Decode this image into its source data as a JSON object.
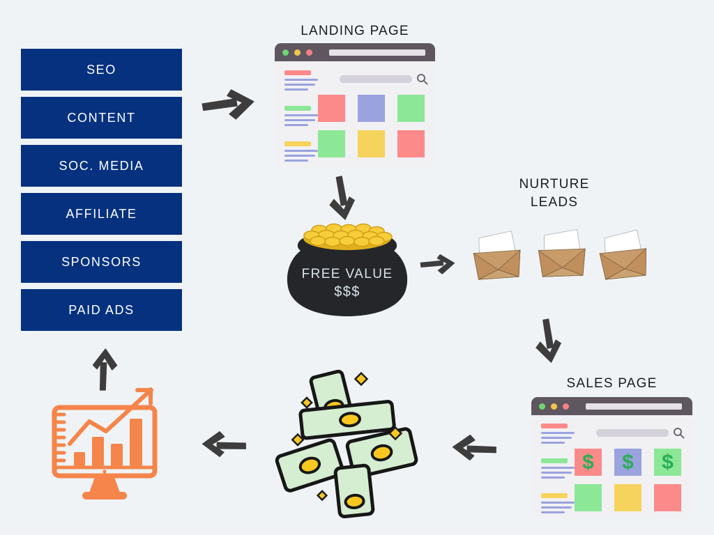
{
  "channels": [
    {
      "label": "SEO"
    },
    {
      "label": "CONTENT"
    },
    {
      "label": "SOC. MEDIA"
    },
    {
      "label": "AFFILIATE"
    },
    {
      "label": "SPONSORS"
    },
    {
      "label": "PAID ADS"
    }
  ],
  "landing_page": {
    "title": "LANDING PAGE"
  },
  "free_value_pot": {
    "line1": "FREE VALUE",
    "line2": "$$$"
  },
  "nurture_leads": {
    "line1": "NURTURE",
    "line2": "LEADS"
  },
  "sales_page": {
    "title": "SALES PAGE",
    "dollar_symbol": "$"
  },
  "colors": {
    "background": "#eff3f6",
    "channel_box": "#05317f",
    "channel_text": "#ffffff",
    "arrow": "#3e3d3e",
    "browser_bar": "#5e5760",
    "dot_green": "#6fd66f",
    "dot_yellow": "#f0c64a",
    "dot_red": "#f58083",
    "square_red": "#fc8a8a",
    "square_purple": "#9aa3de",
    "square_green": "#8ce796",
    "square_yellow": "#f6d35c",
    "dollar_green": "#2aae57",
    "envelope_tan": "#c89b6a",
    "coin_gold": "#f7cd3a",
    "pot_black": "#24262a",
    "bill_green": "#d5edd1",
    "analytics_orange": "#f5854a"
  },
  "icons": [
    "hand-drawn-arrow-icon",
    "search-icon",
    "traffic-light-dots-icon",
    "money-pot-icon",
    "email-envelope-icon",
    "falling-money-icon",
    "analytics-monitor-icon"
  ]
}
